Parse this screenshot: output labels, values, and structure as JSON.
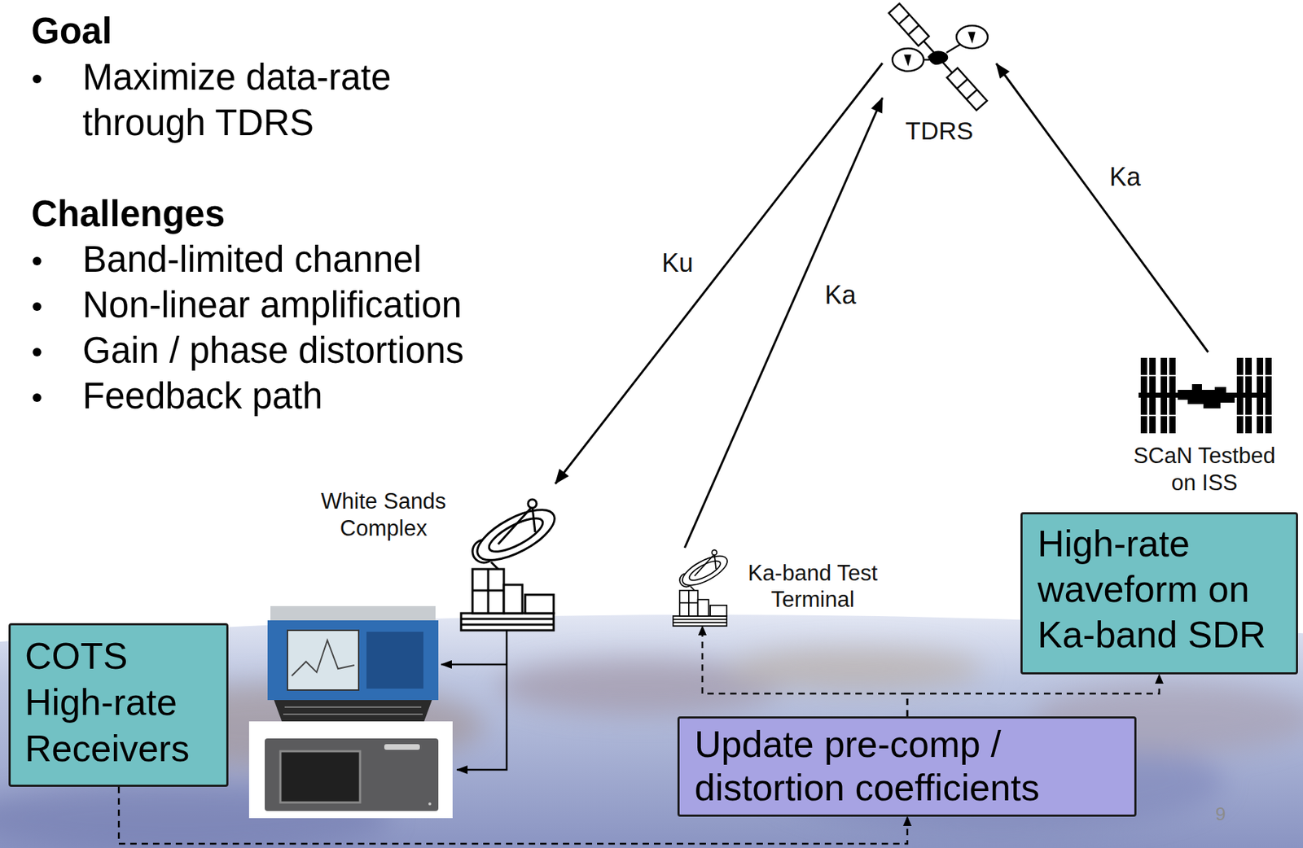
{
  "diagram": {
    "nodes": [
      {
        "text": [
          "TDRS"
        ]
      },
      {
        "text": [
          "White Sands Complex"
        ]
      },
      {
        "text": [
          "Ka-band Test Terminal"
        ]
      },
      {
        "text": [
          "SCaN Testbed on ISS"
        ]
      },
      {
        "text": [
          "High-rate waveform on Ka-band SDR"
        ]
      },
      {
        "text": [
          "COTS High-rate Receivers"
        ]
      },
      {
        "text": [
          "Update pre-comp / distortion coefficients"
        ]
      }
    ],
    "edges": [
      {
        "from": 0,
        "to": 1,
        "label": "Ku",
        "arrow": "to"
      },
      {
        "from": 2,
        "to": 0,
        "label": "Ka",
        "arrow": "to"
      },
      {
        "from": 3,
        "to": 0,
        "label": "Ka",
        "arrow": "to"
      },
      {
        "from": 5,
        "to": 6,
        "arrow": "to"
      },
      {
        "from": 6,
        "to": 2,
        "arrow": "to"
      },
      {
        "from": 6,
        "to": 4,
        "arrow": "to"
      }
    ],
    "labels": [
      "Goal",
      "Maximize data-rate through TDRS",
      "Challenges",
      "Band-limited channel",
      "Non-linear amplification",
      "Gain / phase distortions",
      "Feedback path",
      "9"
    ]
  }
}
